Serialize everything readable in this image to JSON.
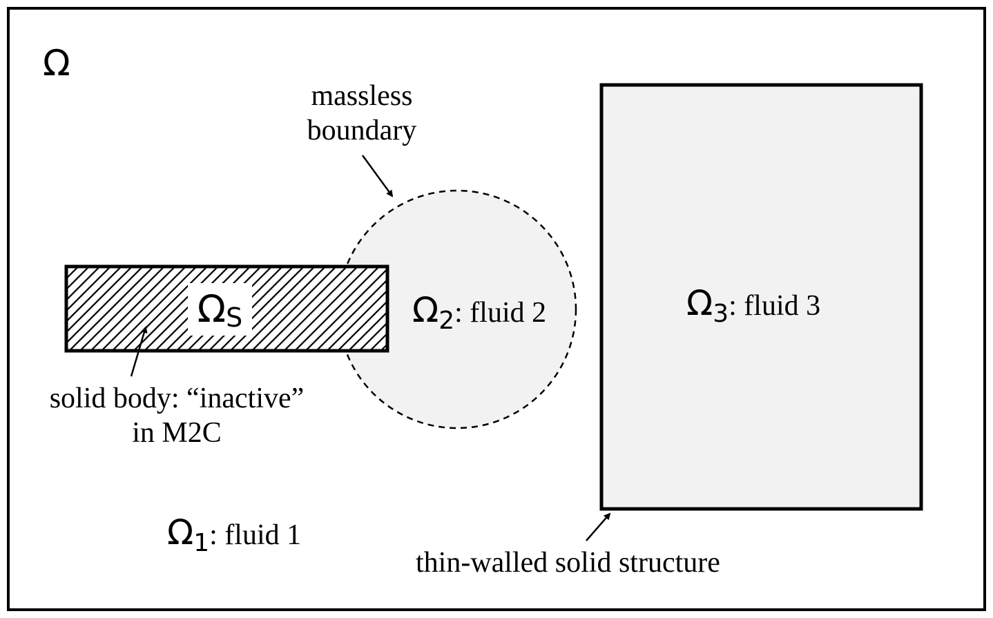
{
  "diagram": {
    "domain_symbol": "Ω",
    "solid_region": {
      "symbol": "Ω",
      "subscript": "S"
    },
    "region_1": {
      "symbol": "Ω",
      "subscript": "1",
      "label": ": fluid 1"
    },
    "region_2": {
      "symbol": "Ω",
      "subscript": "2",
      "label": ": fluid 2"
    },
    "region_3": {
      "symbol": "Ω",
      "subscript": "3",
      "label": ": fluid 3"
    },
    "annotations": {
      "massless_line1": "massless",
      "massless_line2": "boundary",
      "solid_body_line1": "solid body: “inactive”",
      "solid_body_line2": "in M2C",
      "thin_walled": "thin-walled solid structure"
    },
    "colors": {
      "stroke": "#000000",
      "fluid_fill": "#f2f2f2",
      "background": "#ffffff"
    }
  }
}
